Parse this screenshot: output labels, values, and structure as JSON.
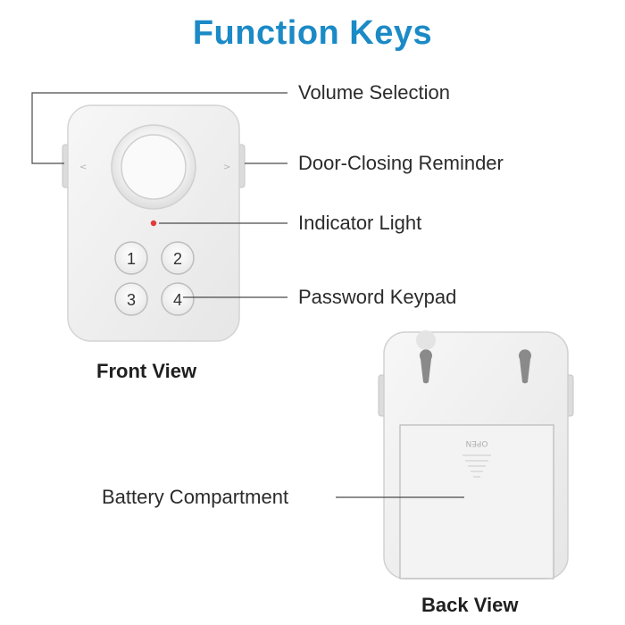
{
  "title": "Function Keys",
  "colors": {
    "title": "#1b8ac6",
    "device_body": "#f2f2f2",
    "device_edge": "#d6d6d6",
    "leader_line": "#4a4a4a",
    "indicator": "#e23a3a"
  },
  "front": {
    "caption": "Front View",
    "labels": {
      "volume": "Volume Selection",
      "door": "Door-Closing Reminder",
      "indicator": "Indicator Light",
      "keypad": "Password Keypad"
    },
    "keys": [
      "1",
      "2",
      "3",
      "4"
    ]
  },
  "back": {
    "caption": "Back View",
    "labels": {
      "battery": "Battery Compartment"
    },
    "lid_mark": "OPEN"
  }
}
